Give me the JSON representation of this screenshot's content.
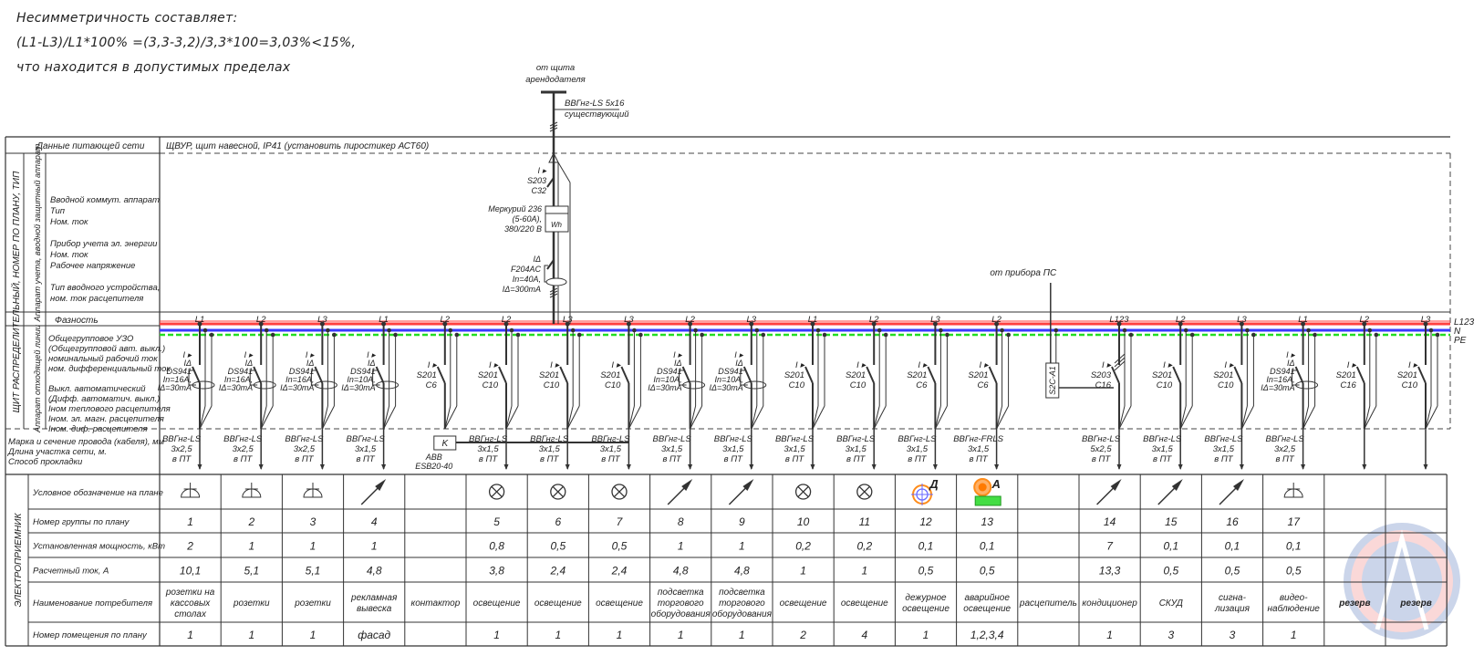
{
  "notes": [
    "Несимметричность составляет:",
    "(L1-L3)/L1*100% =(3,3-3,2)/3,3*100=3,03%<15%,",
    "что находится в допустимых пределах"
  ],
  "supply": {
    "source": [
      "от щита",
      "арендодателя"
    ],
    "cable": [
      "ВВГнг-LS 5х16",
      "существующий"
    ],
    "fire_source": "от прибора ПС",
    "fire_device": "S2C-A1",
    "input_breaker": [
      "I ▸",
      "S203",
      "C32"
    ],
    "meter": [
      "Меркурий 236",
      "(5-60А),",
      "380/220 В"
    ],
    "meter_label": "Wh",
    "rcd": [
      "IΔ",
      "F204AC",
      "In=40A,",
      "IΔ=300mA"
    ]
  },
  "panel": {
    "network_label": "Данные питающей сети",
    "network_value": "ЩВУР, щит навесной, IP41 (установить пиростикер АСТ60)",
    "side_title": "ЩИТ РАСПРЕДЕЛИТЕЛЬНЫЙ, НОМЕР ПО ПЛАНУ, ТИП",
    "side_input": "Аппарат учета, вводной защитный аппарат",
    "side_outgoing": "Аппарат отходящей линии",
    "input_labels": [
      "Вводной коммут. аппарат",
      "Тип",
      "Ном. ток",
      "",
      "Прибор учета эл. энергии",
      "Ном. ток",
      "Рабочее напряжение",
      "",
      "Тип вводного устройства,",
      "ном. ток расцепителя"
    ],
    "phase_label": "Фазность",
    "outgoing_labels": [
      "Общегрупповое УЗО",
      "(Общегрупповой авт. выкл.)",
      "номинальный рабочий ток",
      "ном. дифференциальный ток",
      "",
      "Выкл. автоматический",
      "(Дифф. автоматич. выкл.)",
      "Iном теплового расцепителя",
      "Iном. эл. магн. расцепителя",
      "Iном. диф. расцепителя"
    ],
    "cable_labels": [
      "Марка и сечение провода (кабеля), мм",
      "Длина участка сети, м.",
      "Способ прокладки"
    ],
    "bus_labels": [
      "L123",
      "N",
      "PE"
    ]
  },
  "consumer": {
    "side_title": "ЭЛЕКТРОПРИЕМНИК",
    "row_labels": [
      "Условное обозначение на плане",
      "Номер группы по плану",
      "Установленная мощность, кВт",
      "Расчетный ток, А",
      "Наименование потребителя",
      "Номер помещения по плану"
    ]
  },
  "contactor": {
    "label": "K",
    "model": [
      "ABB",
      "ESB20-40"
    ]
  },
  "columns": [
    {
      "phase": "L1",
      "dev": "rcbo",
      "device": [
        "I ▸",
        "IΔ",
        "DS941",
        "In=16A,",
        "IΔ=30mA"
      ],
      "cable": [
        "ВВГнг-LS",
        "3х2,5",
        "в ПТ"
      ],
      "symbol": "socket-icon",
      "group": "1",
      "power": "2",
      "current": "10,1",
      "name": [
        "розетки на",
        "кассовых",
        "столах"
      ],
      "room": "1"
    },
    {
      "phase": "L2",
      "dev": "rcbo",
      "device": [
        "I ▸",
        "IΔ",
        "DS941",
        "In=16A,",
        "IΔ=30mA"
      ],
      "cable": [
        "ВВГнг-LS",
        "3х2,5",
        "в ПТ"
      ],
      "symbol": "socket-icon",
      "group": "2",
      "power": "1",
      "current": "5,1",
      "name": [
        "розетки"
      ],
      "room": "1"
    },
    {
      "phase": "L3",
      "dev": "rcbo",
      "device": [
        "I ▸",
        "IΔ",
        "DS941",
        "In=16A,",
        "IΔ=30mA"
      ],
      "cable": [
        "ВВГнг-LS",
        "3х2,5",
        "в ПТ"
      ],
      "symbol": "socket-icon",
      "group": "3",
      "power": "1",
      "current": "5,1",
      "name": [
        "розетки"
      ],
      "room": "1"
    },
    {
      "phase": "L1",
      "dev": "rcbo",
      "device": [
        "I ▸",
        "IΔ",
        "DS941",
        "In=10A,",
        "IΔ=30mA"
      ],
      "cable": [
        "ВВГнг-LS",
        "3х1,5",
        "в ПТ"
      ],
      "symbol": "arrow-outlet-icon",
      "group": "4",
      "power": "1",
      "current": "4,8",
      "name": [
        "рекламная",
        "вывеска"
      ],
      "room": "фасад"
    },
    {
      "phase": "L2",
      "dev": "mcb",
      "device": [
        "I ▸",
        "S201",
        "C6"
      ],
      "cable": [],
      "symbol": "",
      "group": "",
      "power": "",
      "current": "",
      "name": [
        "контактор"
      ],
      "room": ""
    },
    {
      "phase": "L2",
      "dev": "mcb",
      "device": [
        "I ▸",
        "S201",
        "C10"
      ],
      "cable": [
        "ВВГнг-LS",
        "3х1,5",
        "в ПТ"
      ],
      "symbol": "lamp-icon",
      "group": "5",
      "power": "0,8",
      "current": "3,8",
      "name": [
        "освещение"
      ],
      "room": "1"
    },
    {
      "phase": "L3",
      "dev": "mcb",
      "device": [
        "I ▸",
        "S201",
        "C10"
      ],
      "cable": [
        "ВВГнг-LS",
        "3х1,5",
        "в ПТ"
      ],
      "symbol": "lamp-icon",
      "group": "6",
      "power": "0,5",
      "current": "2,4",
      "name": [
        "освещение"
      ],
      "room": "1"
    },
    {
      "phase": "L3",
      "dev": "mcb",
      "device": [
        "I ▸",
        "S201",
        "C10"
      ],
      "cable": [
        "ВВГнг-LS",
        "3х1,5",
        "в ПТ"
      ],
      "symbol": "lamp-icon",
      "group": "7",
      "power": "0,5",
      "current": "2,4",
      "name": [
        "освещение"
      ],
      "room": "1"
    },
    {
      "phase": "L2",
      "dev": "rcbo",
      "device": [
        "I ▸",
        "IΔ",
        "DS941",
        "In=10A,",
        "IΔ=30mA"
      ],
      "cable": [
        "ВВГнг-LS",
        "3х1,5",
        "в ПТ"
      ],
      "symbol": "arrow-outlet-icon",
      "group": "8",
      "power": "1",
      "current": "4,8",
      "name": [
        "подсветка",
        "торгового",
        "оборудования"
      ],
      "room": "1"
    },
    {
      "phase": "L3",
      "dev": "rcbo",
      "device": [
        "I ▸",
        "IΔ",
        "DS941",
        "In=10A,",
        "IΔ=30mA"
      ],
      "cable": [
        "ВВГнг-LS",
        "3х1,5",
        "в ПТ"
      ],
      "symbol": "arrow-outlet-icon",
      "group": "9",
      "power": "1",
      "current": "4,8",
      "name": [
        "подсветка",
        "торгового",
        "оборудования"
      ],
      "room": "1"
    },
    {
      "phase": "L1",
      "dev": "mcb",
      "device": [
        "I ▸",
        "S201",
        "C10"
      ],
      "cable": [
        "ВВГнг-LS",
        "3х1,5",
        "в ПТ"
      ],
      "symbol": "lamp-icon",
      "group": "10",
      "power": "0,2",
      "current": "1",
      "name": [
        "освещение"
      ],
      "room": "2"
    },
    {
      "phase": "L2",
      "dev": "mcb",
      "device": [
        "I ▸",
        "S201",
        "C10"
      ],
      "cable": [
        "ВВГнг-LS",
        "3х1,5",
        "в ПТ"
      ],
      "symbol": "lamp-icon",
      "group": "11",
      "power": "0,2",
      "current": "1",
      "name": [
        "освещение"
      ],
      "room": "4"
    },
    {
      "phase": "L3",
      "dev": "mcb",
      "device": [
        "I ▸",
        "S201",
        "C6"
      ],
      "cable": [
        "ВВГнг-LS",
        "3х1,5",
        "в ПТ"
      ],
      "symbol": "standby-light-icon",
      "symbol_text": "Д",
      "group": "12",
      "power": "0,1",
      "current": "0,5",
      "name": [
        "дежурное",
        "освещение"
      ],
      "room": "1"
    },
    {
      "phase": "L2",
      "dev": "mcb",
      "device": [
        "I ▸",
        "S201",
        "C6"
      ],
      "cable": [
        "ВВГнг-FRLS",
        "3х1,5",
        "в ПТ"
      ],
      "symbol": "emergency-light-icon",
      "symbol_text": "А",
      "group": "13",
      "power": "0,1",
      "current": "0,5",
      "name": [
        "аварийное",
        "освещение"
      ],
      "room": "1,2,3,4"
    },
    {
      "phase": "",
      "dev": "none",
      "device": [],
      "cable": [],
      "symbol": "",
      "group": "",
      "power": "",
      "current": "",
      "name": [
        "расцепитель"
      ],
      "room": ""
    },
    {
      "phase": "L123",
      "dev": "mcb3",
      "device": [
        "I ▸",
        "S203",
        "C16"
      ],
      "cable": [
        "ВВГнг-LS",
        "5х2,5",
        "в ПТ"
      ],
      "symbol": "arrow-outlet-icon",
      "group": "14",
      "power": "7",
      "current": "13,3",
      "name": [
        "кондиционер"
      ],
      "room": "1"
    },
    {
      "phase": "L2",
      "dev": "mcb",
      "device": [
        "I ▸",
        "S201",
        "C10"
      ],
      "cable": [
        "ВВГнг-LS",
        "3х1,5",
        "в ПТ"
      ],
      "symbol": "arrow-outlet-icon",
      "group": "15",
      "power": "0,1",
      "current": "0,5",
      "name": [
        "СКУД"
      ],
      "room": "3"
    },
    {
      "phase": "L3",
      "dev": "mcb",
      "device": [
        "I ▸",
        "S201",
        "C10"
      ],
      "cable": [
        "ВВГнг-LS",
        "3х1,5",
        "в ПТ"
      ],
      "symbol": "arrow-outlet-icon",
      "group": "16",
      "power": "0,1",
      "current": "0,5",
      "name": [
        "сигна-",
        "лизация"
      ],
      "room": "3"
    },
    {
      "phase": "L1",
      "dev": "rcbo",
      "device": [
        "I ▸",
        "IΔ",
        "DS941",
        "In=16A,",
        "IΔ=30mA"
      ],
      "cable": [
        "ВВГнг-LS",
        "3х2,5",
        "в ПТ"
      ],
      "symbol": "socket-icon",
      "group": "17",
      "power": "0,1",
      "current": "0,5",
      "name": [
        "видео-",
        "наблюдение"
      ],
      "room": "1"
    },
    {
      "phase": "L2",
      "dev": "mcb",
      "device": [
        "I ▸",
        "S201",
        "C16"
      ],
      "cable": [],
      "symbol": "",
      "group": "",
      "power": "",
      "current": "",
      "name": [
        "резерв"
      ],
      "room": ""
    },
    {
      "phase": "L3",
      "dev": "mcb",
      "device": [
        "I ▸",
        "S201",
        "C10"
      ],
      "cable": [],
      "symbol": "",
      "group": "",
      "power": "",
      "current": "",
      "name": [
        "резерв"
      ],
      "room": ""
    }
  ],
  "colors": {
    "phase_bus": "#ff4040",
    "neutral_bus": "#3a3aff",
    "pe_bus": "#22dd22",
    "line": "#333333",
    "watermark_red": "#f08080",
    "watermark_blue": "#5577bb"
  }
}
